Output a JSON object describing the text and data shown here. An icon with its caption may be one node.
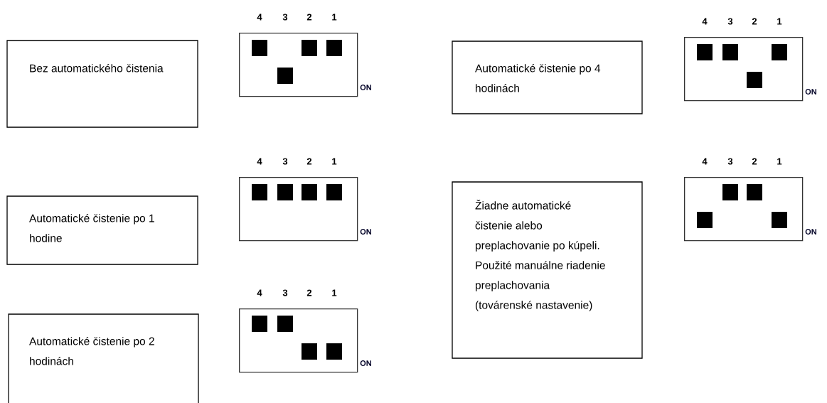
{
  "diagram": {
    "nodes": [
      {
        "text": [
          "Bez automatického čistenia"
        ]
      },
      {
        "text": [],
        "shape": "box"
      },
      {
        "text": [
          "Automatické čistenie po 4 hodinách"
        ]
      },
      {
        "text": [],
        "shape": "box"
      },
      {
        "text": [
          "Automatické čistenie po 1 hodine"
        ]
      },
      {
        "text": [],
        "shape": "box"
      },
      {
        "text": [
          "Žiadne automatické čistenie alebo preplachovanie po kúpeli. Použité manuálne riadenie preplachovania (továrenské nastavenie)"
        ]
      },
      {
        "text": [],
        "shape": "box"
      },
      {
        "text": [
          "Automatické čistenie po 2 hodinách"
        ]
      },
      {
        "text": [],
        "shape": "box"
      }
    ],
    "labels": [
      "4",
      "3",
      "2",
      "1",
      "ON",
      "4",
      "3",
      "2",
      "1",
      "ON",
      "4",
      "3",
      "2",
      "1",
      "ON",
      "4",
      "3",
      "2",
      "1",
      "ON",
      "4",
      "3",
      "2",
      "1",
      "ON"
    ]
  }
}
